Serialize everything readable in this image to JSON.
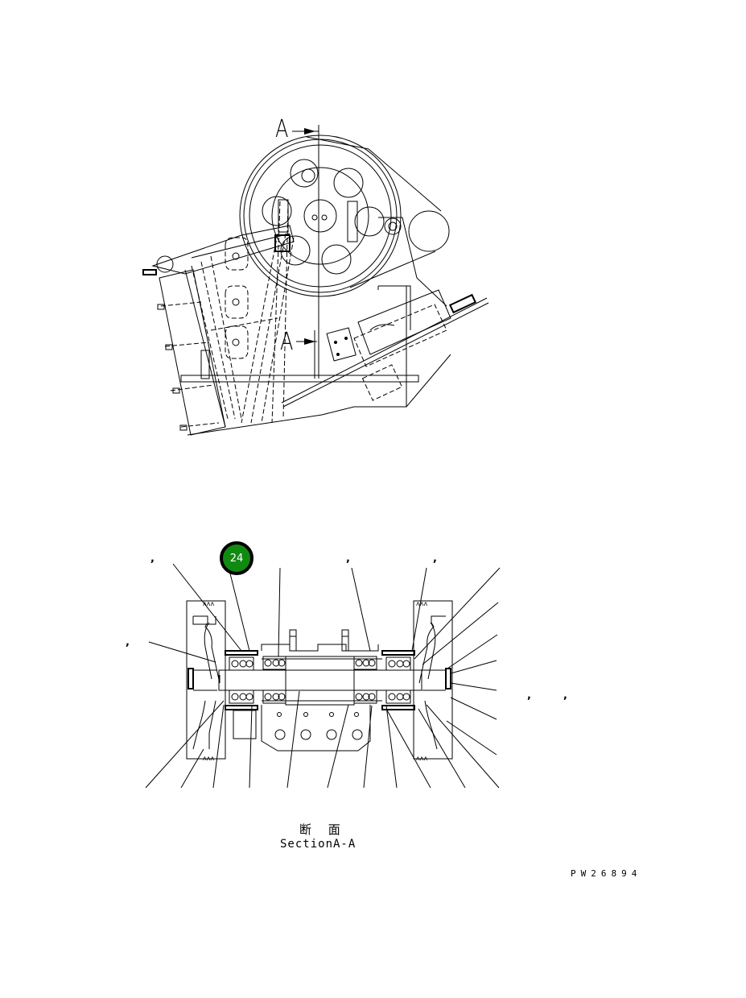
{
  "drawing": {
    "top_view": {
      "section_marker_top": "A",
      "section_marker_bottom": "A",
      "description": "Jaw crusher side elevation with flywheel and pulley"
    },
    "section_view": {
      "callout": {
        "number": "24",
        "color": "#108a10",
        "border_color": "#000000",
        "text_color": "#ffffff"
      },
      "commas": [
        ",",
        ",",
        ",",
        ",",
        ",",
        ","
      ],
      "caption_japanese": "断 面",
      "caption_english": "SectionA-A"
    },
    "drawing_number": "PW26894"
  }
}
